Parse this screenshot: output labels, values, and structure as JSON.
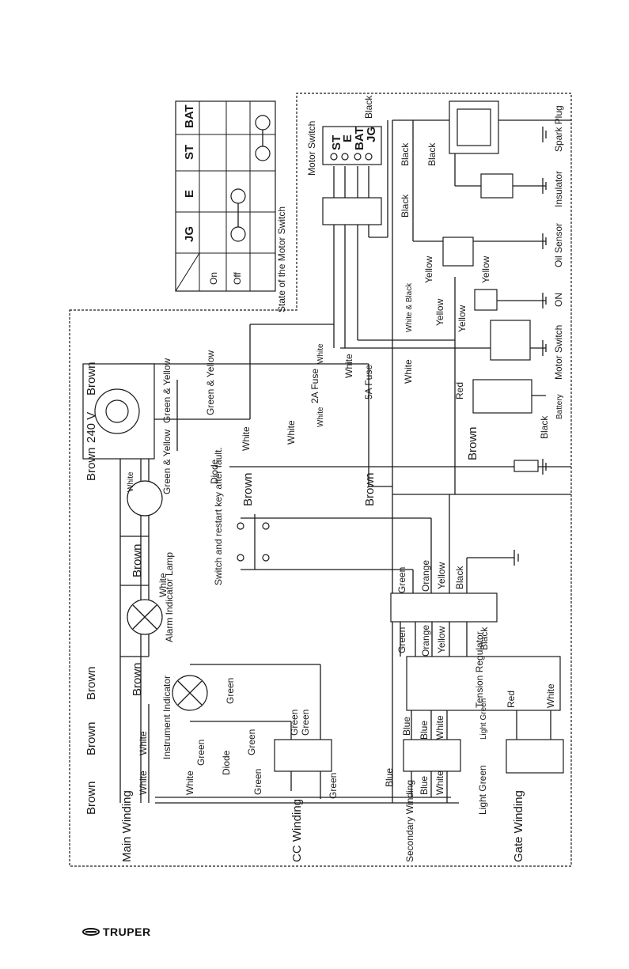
{
  "brand": "TRUPER",
  "switch_table": {
    "title": "State of the Motor Switch",
    "columns": [
      "JG",
      "E",
      "ST",
      "BAT"
    ],
    "rows": [
      "On",
      "Off"
    ]
  },
  "windings": {
    "main": "Main Winding",
    "cc": "CC Winding",
    "secondary": "Secondary Winding",
    "gate": "Gate Winding"
  },
  "components": {
    "motor_switch": "Motor Switch",
    "motor_switch_terminals": [
      "ST",
      "E",
      "BAT",
      "JG"
    ],
    "spark_plug": "Spark Plug",
    "insulator": "Insulator",
    "oil_sensor": "Oil Sensor",
    "on": "ON",
    "motor_switch_2": "Motor Switch",
    "battery": "Battery",
    "fuse_2a": "2A Fuse",
    "fuse_5a": "5A Fuse",
    "v240": "240 V",
    "diode": "Diode",
    "diode_2": "Diode",
    "switch_restart": "Switch and restart key after fault.",
    "alarm_lamp": "Alarm Indicator Lamp",
    "instrument_indicator": "Instrument Indicator",
    "tension_regulator": "Tension Regulator"
  },
  "wire_colors": {
    "brown": "Brown",
    "white": "White",
    "green": "Green",
    "green_yellow": "Green & Yellow",
    "black": "Black",
    "yellow": "Yellow",
    "orange": "Orange",
    "red": "Red",
    "blue": "Blue",
    "light_green": "Light Green",
    "white_black": "White & Black"
  },
  "colors": {
    "ink": "#1a1a1a",
    "background": "#ffffff"
  }
}
